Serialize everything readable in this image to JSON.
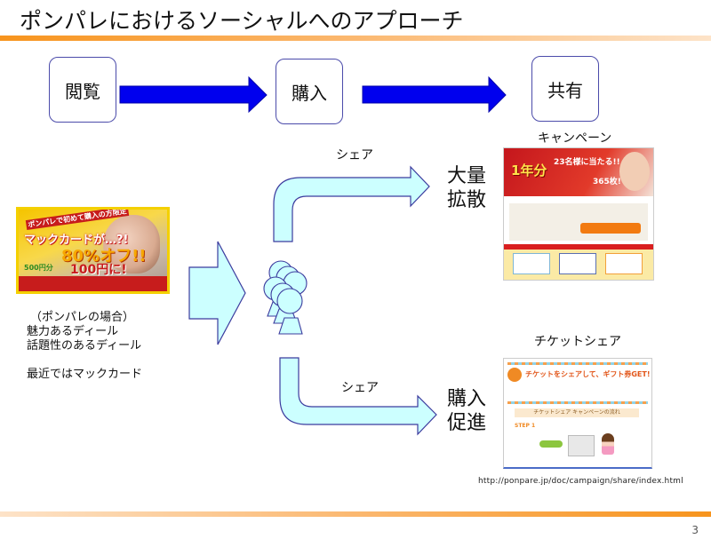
{
  "slide": {
    "title": "ポンパレにおけるソーシャルへのアプローチ",
    "page_number": "3",
    "accent_color": "#f7941d"
  },
  "flow": {
    "steps": [
      {
        "label": "閲覧"
      },
      {
        "label": "購入"
      },
      {
        "label": "共有"
      }
    ],
    "arrow_color": "#0000ee"
  },
  "deal": {
    "banner": {
      "line1": "ポンパレで初めて購入の方限定",
      "line2": "マックカードが…?!",
      "line3": "80%オフ!!",
      "line4": "500円分",
      "line5": "100円に!"
    },
    "notes": [
      "（ポンパレの場合）",
      "魅力あるディール",
      "話題性のあるディール",
      "",
      "最近ではマックカード"
    ]
  },
  "share": {
    "upper_label": "シェア",
    "lower_label": "シェア",
    "upper_result": [
      "大量",
      "拡散"
    ],
    "lower_result": [
      "購入",
      "促進"
    ],
    "shape_fill": "#ccffff",
    "shape_stroke": "#3b3b9e"
  },
  "examples": {
    "campaign": {
      "caption": "キャンペーン",
      "headline": "1年分",
      "subhead": "23名様に当たる!!",
      "count": "365枚!"
    },
    "ticket": {
      "caption": "チケットシェア",
      "headline": "チケットをシェアして、ギフト券GET!",
      "section": "チケットシェア キャンペーンの流れ",
      "step": "STEP 1"
    },
    "url": "http://ponpare.jp/doc/campaign/share/index.html"
  }
}
